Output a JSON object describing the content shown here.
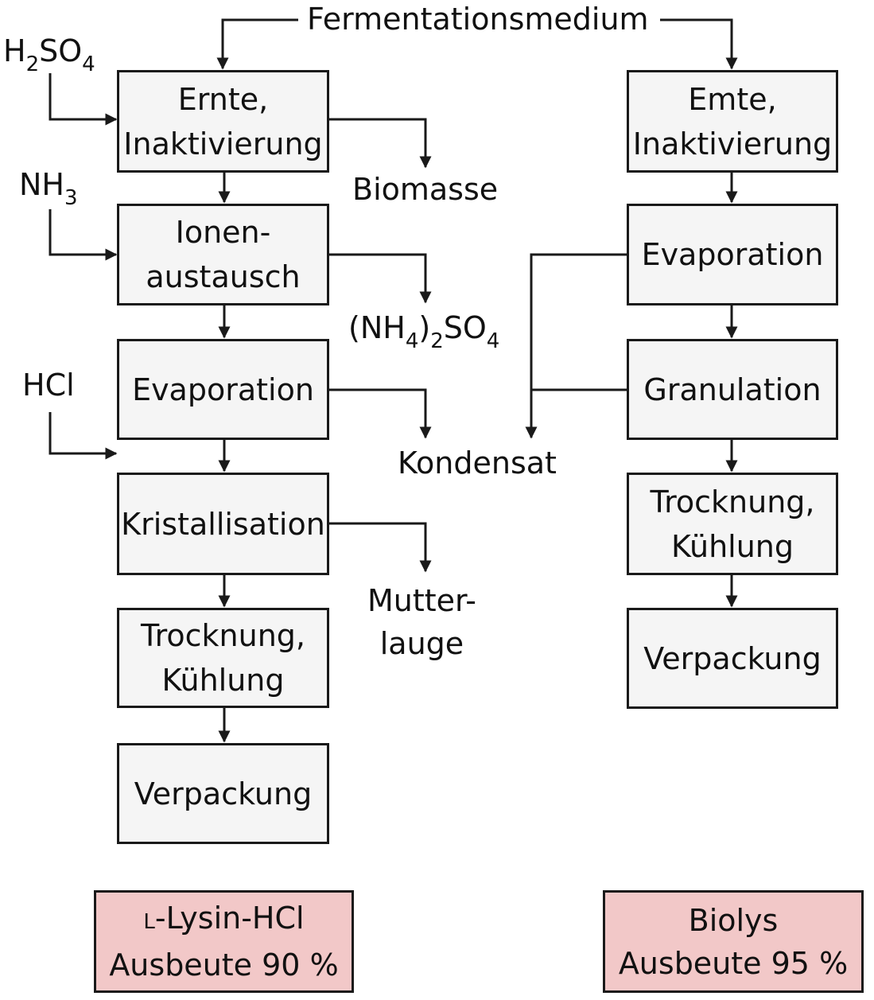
{
  "source": "Fermentationsmedium",
  "inputs": {
    "h2so4": {
      "base": "H",
      "sub1": "2",
      "mid": "SO",
      "sub2": "4"
    },
    "nh3": {
      "base": "NH",
      "sub1": "3"
    },
    "hcl": "HCl"
  },
  "left": {
    "steps": [
      "Ernte,\nInaktivierung",
      "Ionen-\naustausch",
      "Evaporation",
      "Kristallisation",
      "Trocknung,\nKühlung",
      "Verpackung"
    ],
    "outputs": {
      "biomasse": "Biomasse",
      "ammonium_sulfate": {
        "open": "(NH",
        "sub1": "4",
        "mid": ")",
        "sub2": "2",
        "end": "SO",
        "sub3": "4"
      },
      "kondensat": "Kondensat",
      "mutterlauge": "Mutter-\nlauge"
    },
    "product": {
      "prefix": "L",
      "name": "-Lysin-HCl",
      "yield": "Ausbeute 90 %"
    }
  },
  "right": {
    "steps": [
      "Emte,\nInaktivierung",
      "Evaporation",
      "Granulation",
      "Trocknung,\nKühlung",
      "Verpackung"
    ],
    "product": {
      "name": "Biolys",
      "yield": "Ausbeute 95 %"
    }
  }
}
